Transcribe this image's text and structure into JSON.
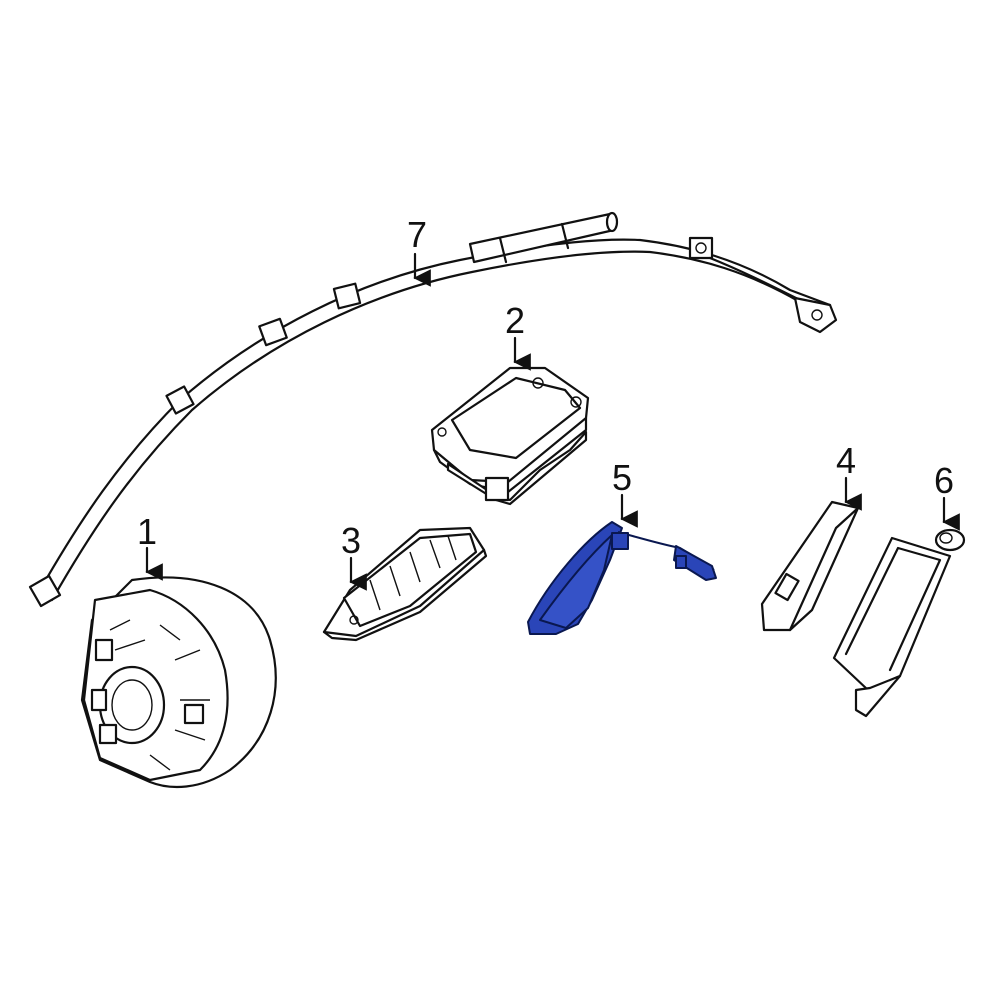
{
  "diagram": {
    "callouts": [
      {
        "id": "1",
        "label": "1"
      },
      {
        "id": "2",
        "label": "2"
      },
      {
        "id": "3",
        "label": "3"
      },
      {
        "id": "4",
        "label": "4"
      },
      {
        "id": "5",
        "label": "5"
      },
      {
        "id": "6",
        "label": "6"
      },
      {
        "id": "7",
        "label": "7"
      }
    ],
    "highlighted_part": "5",
    "colors": {
      "highlight": "#2a45b8",
      "line": "#111111",
      "background": "#ffffff"
    }
  }
}
